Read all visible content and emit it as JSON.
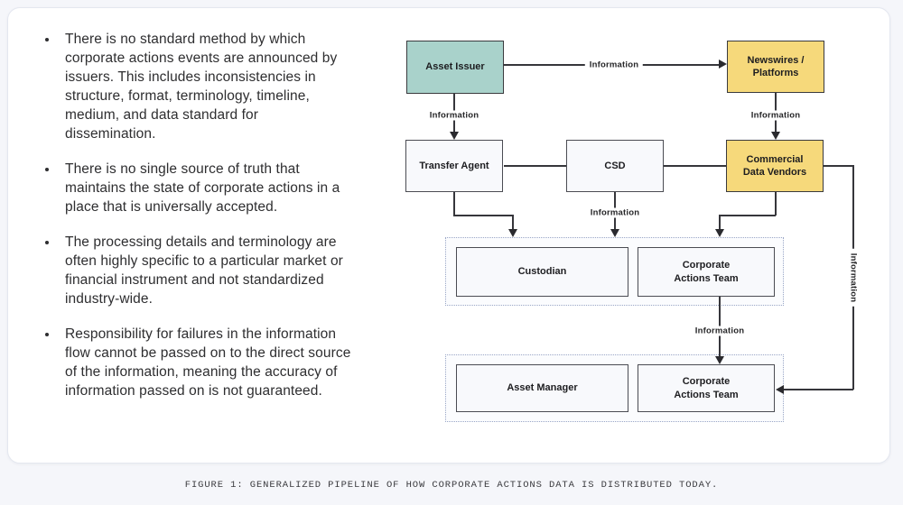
{
  "panel": {
    "bullets": [
      "There is no standard method by which corporate actions events are announced by issuers. This includes inconsistencies in structure, format, terminology, timeline, medium, and data standard for dissemination.",
      "There is no single source of truth that maintains the state of corporate actions in a place that is universally accepted.",
      "The processing details and terminology are often highly specific to a particular market or financial instrument and not standardized industry-wide.",
      "Responsibility for failures in the information flow cannot be passed on to the direct source of the information, meaning the accuracy of information passed on is not guaranteed."
    ]
  },
  "diagram": {
    "edge_label": "Information",
    "colors": {
      "issuer_teal": "#a9d2cb",
      "vendor_yellow": "#f6d97b",
      "plain_box": "#f8f9fc",
      "line": "#36363b"
    },
    "nodes": {
      "asset_issuer": {
        "label": "Asset Issuer",
        "fill": "#a9d2cb"
      },
      "newswires": {
        "label": "Newswires / Platforms",
        "fill": "#f6d97b"
      },
      "transfer_agent": {
        "label": "Transfer Agent",
        "fill": "#f8f9fc"
      },
      "csd": {
        "label": "CSD",
        "fill": "#f8f9fc"
      },
      "commercial_data_vendors": {
        "label": "Commercial Data Vendors",
        "fill": "#f6d97b"
      },
      "custodian": {
        "label": "Custodian",
        "fill": "#f8f9fc"
      },
      "corporate_actions_team_1": {
        "label": "Corporate Actions Team",
        "fill": "#f8f9fc"
      },
      "asset_manager": {
        "label": "Asset Manager",
        "fill": "#f8f9fc"
      },
      "corporate_actions_team_2": {
        "label": "Corporate Actions Team",
        "fill": "#f8f9fc"
      }
    }
  },
  "caption": "FIGURE 1: GENERALIZED PIPELINE OF HOW CORPORATE ACTIONS DATA IS DISTRIBUTED TODAY."
}
